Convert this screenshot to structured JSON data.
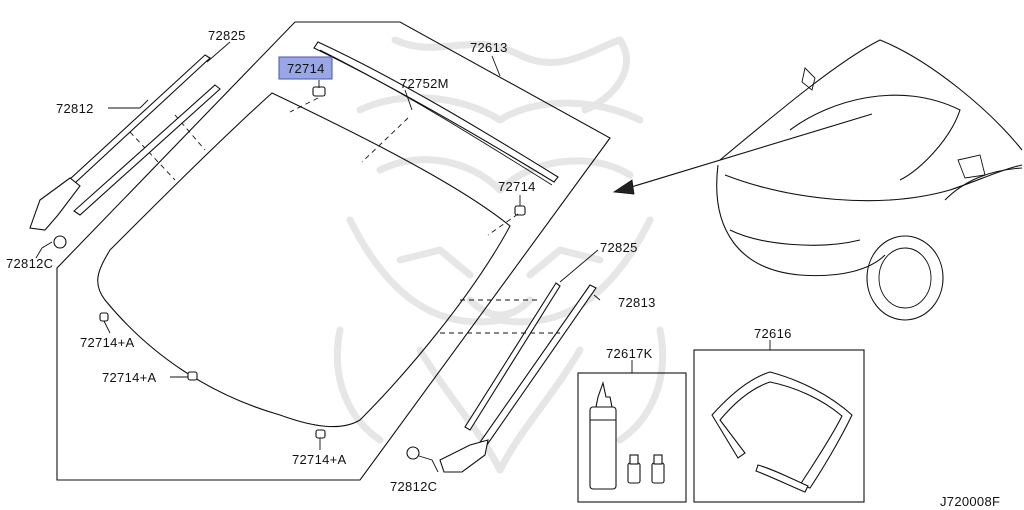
{
  "colors": {
    "line": "#111111",
    "highlight_fill": "#9aa7e6",
    "highlight_stroke": "#4a55a8",
    "watermark": "#e6e6e6"
  },
  "labels": {
    "molding_upper_left": "72825",
    "windshield_assembly": "72613",
    "fastener_highlighted": "72714",
    "molding_top": "72752M",
    "molding_side_left": "72812",
    "fastener_right": "72714",
    "clip_left": "72812C",
    "molding_upper_right": "72825",
    "molding_side_right": "72813",
    "fastener_a1": "72714+A",
    "fastener_a2": "72714+A",
    "fastener_a3": "72714+A",
    "adhesive_kit": "72617K",
    "dam_rubber": "72616",
    "clip_right": "72812C",
    "diagram_code": "J720008F"
  }
}
